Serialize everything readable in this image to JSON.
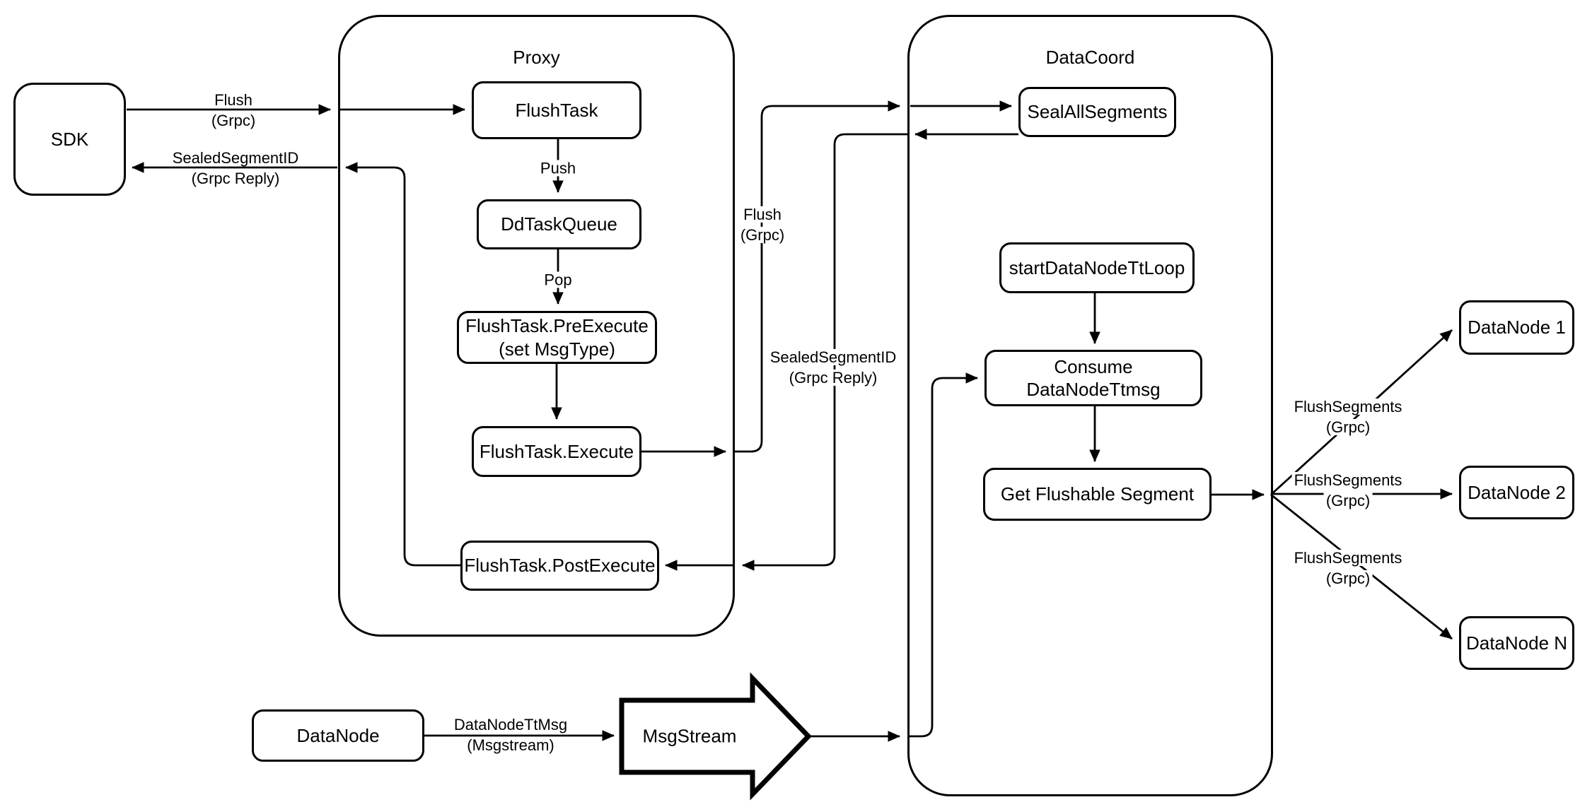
{
  "colors": {
    "background": "#ffffff",
    "stroke": "#000000",
    "node_fill": "#ffffff"
  },
  "containers": {
    "proxy": {
      "title": "Proxy"
    },
    "datacoord": {
      "title": "DataCoord"
    }
  },
  "nodes": {
    "sdk": {
      "label": "SDK"
    },
    "flush_task": {
      "label": "FlushTask"
    },
    "dd_task_queue": {
      "label": "DdTaskQueue"
    },
    "pre_execute": {
      "line1": "FlushTask.PreExecute",
      "line2": "(set MsgType)"
    },
    "execute": {
      "label": "FlushTask.Execute"
    },
    "post_execute": {
      "label": "FlushTask.PostExecute"
    },
    "seal_all_segments": {
      "label": "SealAllSegments"
    },
    "start_datanode_tt_loop": {
      "label": "startDataNodeTtLoop"
    },
    "consume_datanode_ttmsg": {
      "label": "Consume DataNodeTtmsg"
    },
    "get_flushable_segment": {
      "label": "Get Flushable Segment"
    },
    "datanode_1": {
      "label": "DataNode 1"
    },
    "datanode_2": {
      "label": "DataNode 2"
    },
    "datanode_n": {
      "label": "DataNode N"
    },
    "datanode_source": {
      "label": "DataNode"
    },
    "msgstream": {
      "label": "MsgStream"
    }
  },
  "edge_labels": {
    "flush_grpc_sdk": {
      "line1": "Flush",
      "line2": "(Grpc)"
    },
    "sealed_segment_id_sdk": {
      "line1": "SealedSegmentID",
      "line2": "(Grpc Reply)"
    },
    "push": {
      "line1": "Push"
    },
    "pop": {
      "line1": "Pop"
    },
    "flush_grpc_mid": {
      "line1": "Flush",
      "line2": "(Grpc)"
    },
    "sealed_segment_id_mid": {
      "line1": "SealedSegmentID",
      "line2": "(Grpc Reply)"
    },
    "flush_segments_1": {
      "line1": "FlushSegments",
      "line2": "(Grpc)"
    },
    "flush_segments_2": {
      "line1": "FlushSegments",
      "line2": "(Grpc)"
    },
    "flush_segments_3": {
      "line1": "FlushSegments",
      "line2": "(Grpc)"
    },
    "datanode_tt_msg": {
      "line1": "DataNodeTtMsg",
      "line2": "(Msgstream)"
    }
  }
}
